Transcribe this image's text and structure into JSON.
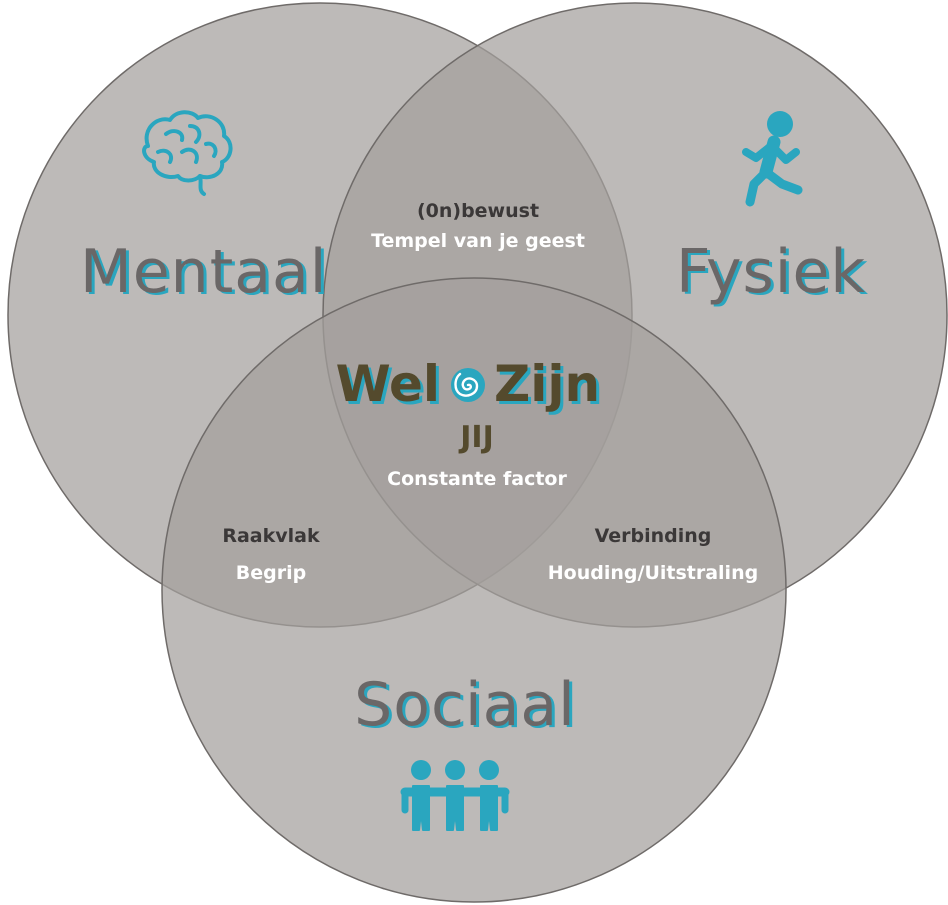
{
  "colors": {
    "circle_fill": "#a39f9c",
    "circle_stroke": "#6f6b69",
    "accent": "#2aa6bf",
    "label_gray": "#6a6767",
    "brand_olive": "#544a2d",
    "text_dark": "#3b3838",
    "text_light": "#ffffff"
  },
  "circles": {
    "mentaal": {
      "label": "Mentaal",
      "icon": "brain-icon"
    },
    "fysiek": {
      "label": "Fysiek",
      "icon": "running-person-icon"
    },
    "sociaal": {
      "label": "Sociaal",
      "icon": "group-of-people-icon"
    }
  },
  "overlaps": {
    "mentaal_fysiek": {
      "line1": "(0n)bewust",
      "line2": "Tempel van je geest"
    },
    "mentaal_sociaal": {
      "line1": "Raakvlak",
      "line2": "Begrip"
    },
    "fysiek_sociaal": {
      "line1": "Verbinding",
      "line2": "Houding/Uitstraling"
    }
  },
  "center": {
    "brand_left": "Wel",
    "brand_right": "Zijn",
    "brand_icon": "spiral-icon",
    "subtitle": "JIJ",
    "tagline": "Constante factor"
  }
}
